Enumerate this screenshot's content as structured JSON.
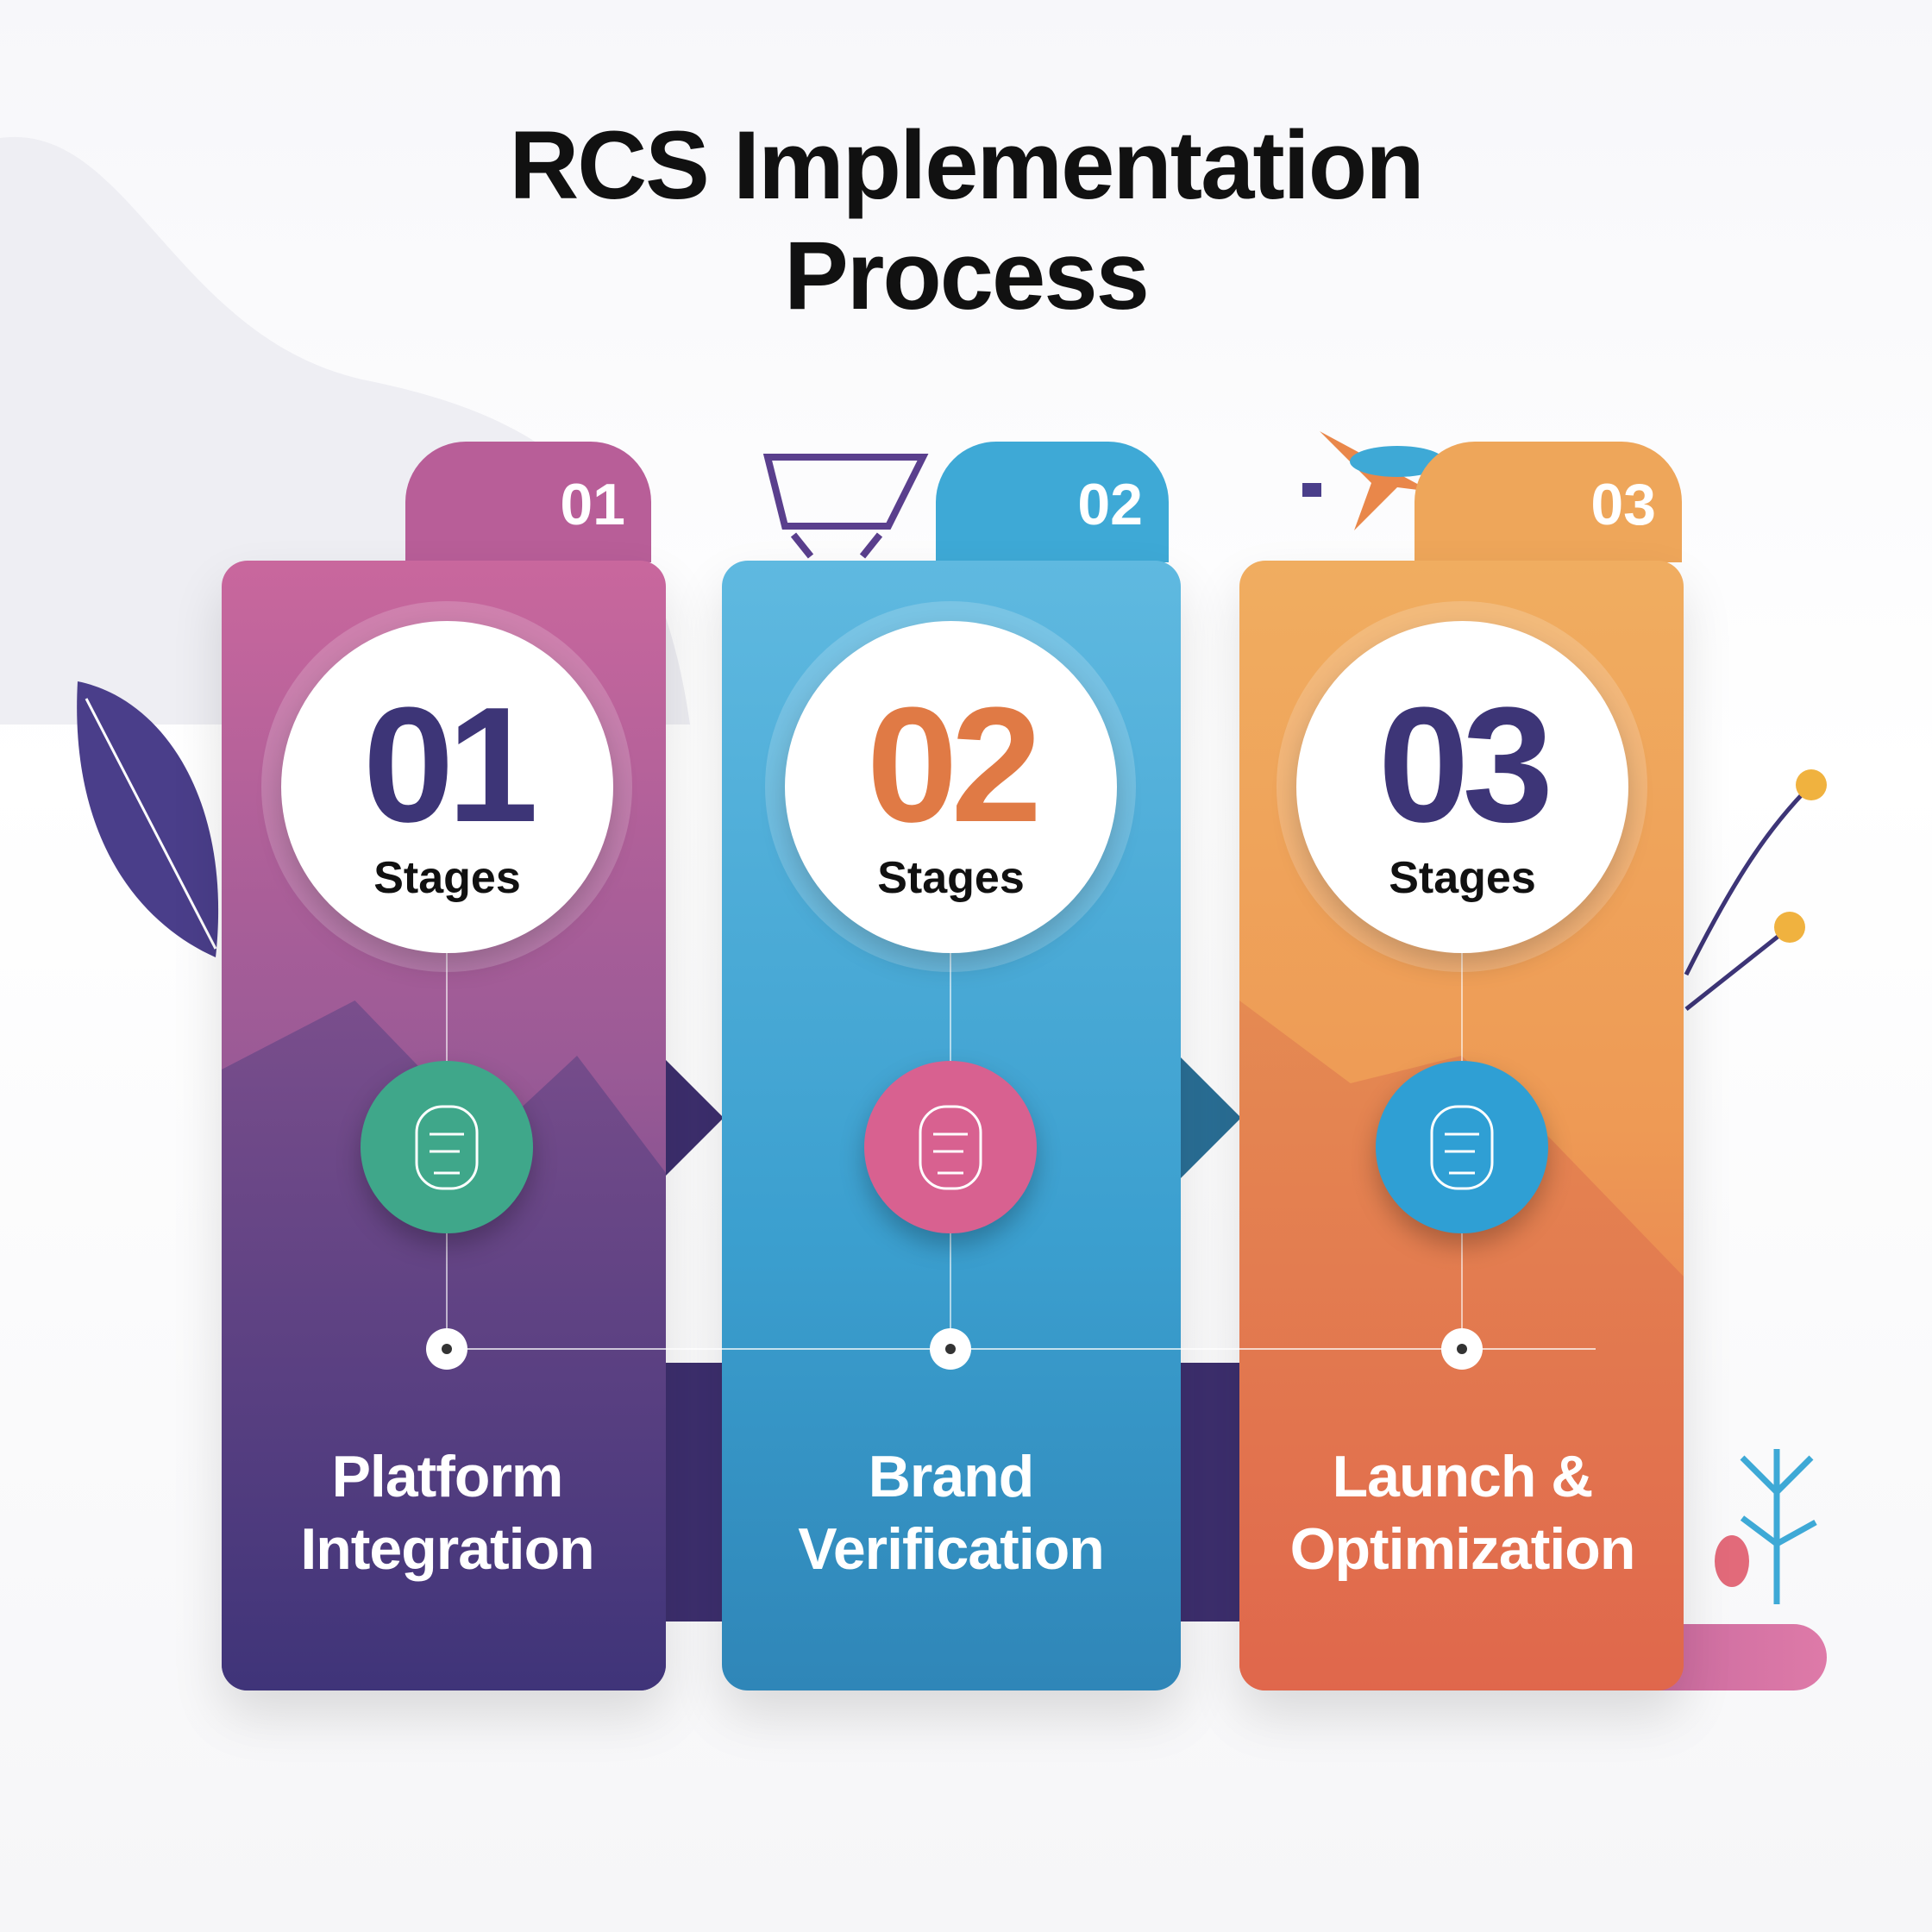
{
  "title": {
    "line1": "RCS Implementation",
    "line2": "Process"
  },
  "stages": [
    {
      "tab": "01",
      "number": "01",
      "sub": "Stages",
      "label1": "Platform",
      "label2": "Integration",
      "color": "#b85e98",
      "number_color": "#3d3577",
      "icon_color": "#3fa78a",
      "icon": "platform-integration-icon"
    },
    {
      "tab": "02",
      "number": "02",
      "sub": "Stages",
      "label1": "Brand",
      "label2": "Verification",
      "color": "#3ea9d6",
      "number_color": "#e07a45",
      "icon_color": "#d86190",
      "icon": "brand-verification-icon"
    },
    {
      "tab": "03",
      "number": "03",
      "sub": "Stages",
      "label1": "Launch &",
      "label2": "Optimization",
      "color": "#eea65a",
      "number_color": "#3d3577",
      "icon_color": "#2f9fd4",
      "icon": "launch-optimization-icon"
    }
  ]
}
